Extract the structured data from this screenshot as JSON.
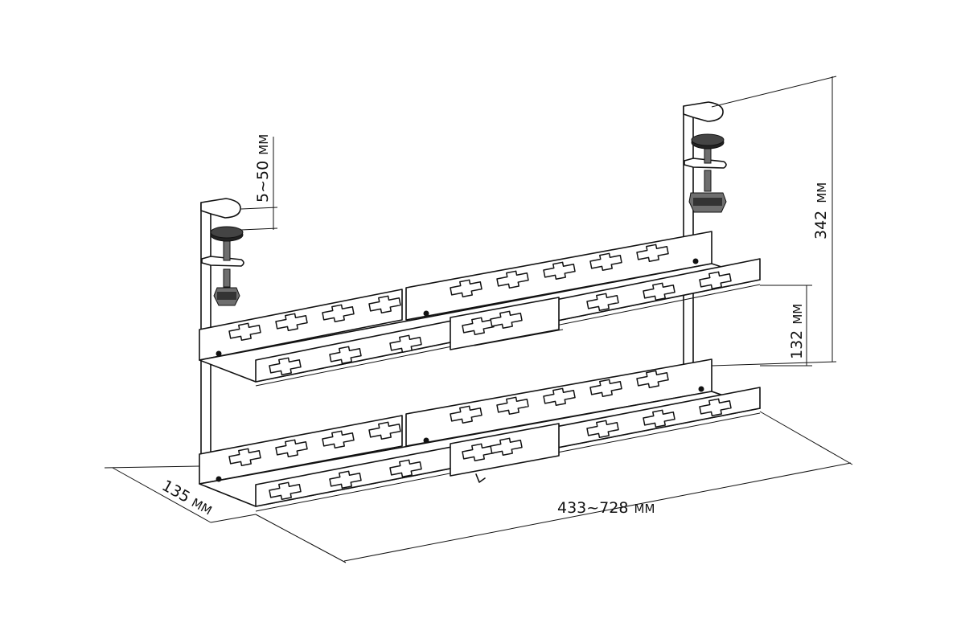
{
  "dimensions": {
    "clamp_range": {
      "value": "5~50",
      "unit": "MM"
    },
    "total_height": {
      "value": "342",
      "unit": "MM"
    },
    "tray_spacing": {
      "value": "132",
      "unit": "MM"
    },
    "depth": {
      "value": "135",
      "unit": "MM"
    },
    "width": {
      "value": "433~728",
      "unit": "MM"
    }
  },
  "colors": {
    "line": "#111111",
    "background": "#ffffff",
    "knob": "#222222",
    "screw": "#6e6e6e"
  },
  "icons": [
    "clamp-knob-icon",
    "threaded-screw-icon",
    "cable-slot-icon"
  ]
}
